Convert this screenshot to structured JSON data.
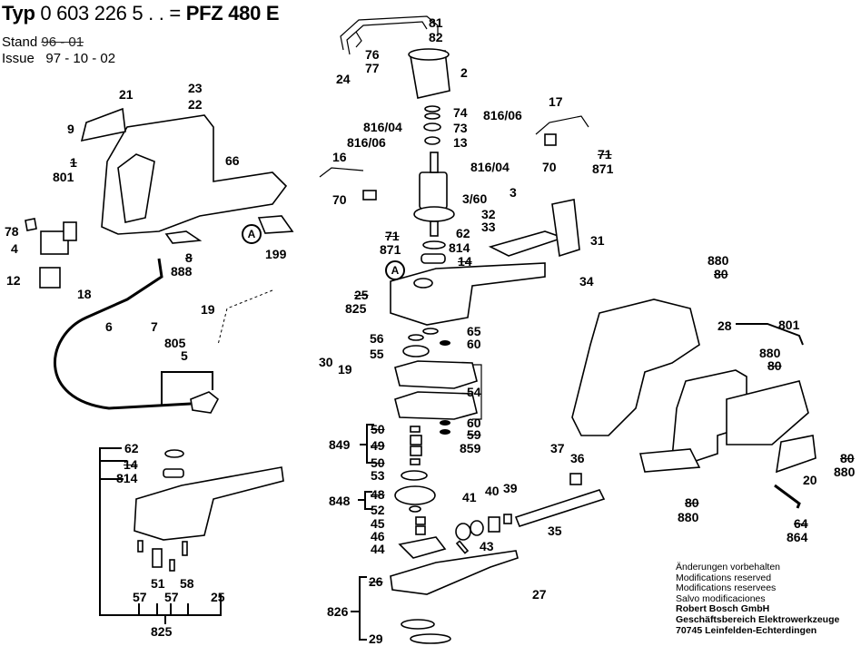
{
  "header": {
    "typ_label": "Typ",
    "typ_number": "0 603 226 5 . .",
    "equals": "=",
    "model": "PFZ 480 E",
    "stand_label": "Stand",
    "stand_value": "96 - 01",
    "issue_label": "Issue",
    "issue_value": "97 - 10 - 02"
  },
  "reference_marker": "A",
  "part_labels": {
    "l81": "81",
    "l82": "82",
    "l76": "76",
    "l77": "77",
    "l24": "24",
    "l2": "2",
    "l74": "74",
    "l73": "73",
    "l13": "13",
    "l816_04a": "816/04",
    "l816_06a": "816/06",
    "l16": "16",
    "l70a": "70",
    "l71a": "71",
    "l871a": "871",
    "l816_06b": "816/06",
    "l816_04b": "816/04",
    "l17": "17",
    "l70b": "70",
    "l71b": "71",
    "l871b": "871",
    "l3_60": "3/60",
    "l3": "3",
    "l32": "32",
    "l33": "33",
    "l31": "31",
    "l34": "34",
    "l62a": "62",
    "l814a": "814",
    "l14a": "14",
    "l25a": "25",
    "l825a": "825",
    "l21": "21",
    "l23": "23",
    "l22": "22",
    "l9": "9",
    "l1": "1",
    "l801a": "801",
    "l66": "66",
    "l78": "78",
    "l4": "4",
    "l12": "12",
    "l18": "18",
    "l8": "8",
    "l888": "888",
    "l199": "199",
    "l6": "6",
    "l7": "7",
    "l19a": "19",
    "l805": "805",
    "l5": "5",
    "l30": "30",
    "l19b": "19",
    "l56": "56",
    "l55": "55",
    "l65": "65",
    "l60a": "60",
    "l54": "54",
    "l60b": "60",
    "l59": "59",
    "l859": "859",
    "l849": "849",
    "l50a": "50",
    "l49": "49",
    "l50b": "50",
    "l53": "53",
    "l848": "848",
    "l48": "48",
    "l52": "52",
    "l45": "45",
    "l46": "46",
    "l44": "44",
    "l41": "41",
    "l40": "40",
    "l39": "39",
    "l43": "43",
    "l35": "35",
    "l37": "37",
    "l36": "36",
    "l826": "826",
    "l26": "26",
    "l29": "29",
    "l27": "27",
    "l62b": "62",
    "l14b": "14",
    "l814b": "814",
    "l51": "51",
    "l58": "58",
    "l57a": "57",
    "l57b": "57",
    "l25b": "25",
    "l825b": "825",
    "l880a": "880",
    "l80a": "80",
    "l28": "28",
    "l801b": "801",
    "l880b": "880",
    "l80b": "80",
    "l80c": "80",
    "l880c": "880",
    "l20": "20",
    "l80d": "80",
    "l880d": "880",
    "l64": "64",
    "l864": "864"
  },
  "notes": [
    "Änderungen vorbehalten",
    "Modifications reserved",
    "Modifications reservees",
    "Salvo modificaciones",
    "Robert Bosch GmbH",
    "Geschäftsbereich Elektrowerkzeuge",
    "70745 Leinfelden-Echterdingen"
  ]
}
